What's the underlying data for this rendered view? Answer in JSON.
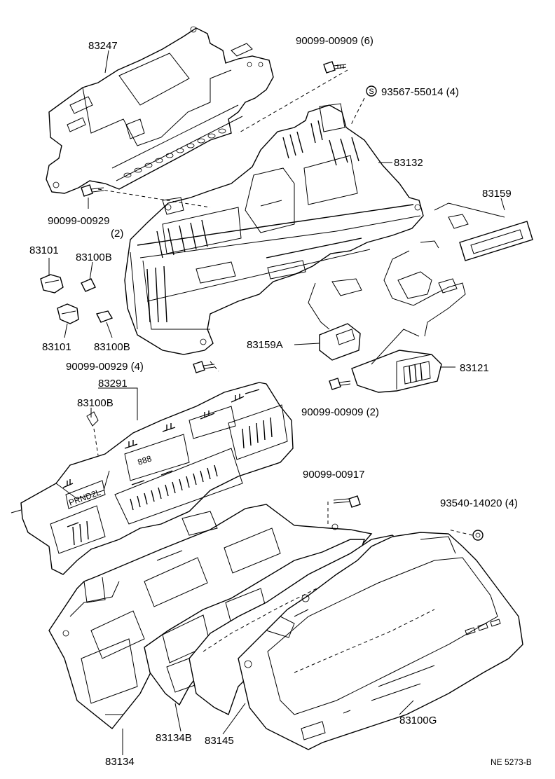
{
  "diagram": {
    "doc_ref": "NE  5273-B",
    "callouts": [
      {
        "id": "83247",
        "text": "83247"
      },
      {
        "id": "screw-top",
        "text": "90099-00909 (6)"
      },
      {
        "id": "clip-top",
        "text": "93567-55014 (4)"
      },
      {
        "id": "83132",
        "text": "83132"
      },
      {
        "id": "83159",
        "text": "83159"
      },
      {
        "id": "screw-left-1",
        "text": "90099-00929"
      },
      {
        "id": "screw-left-1-qty",
        "text": "(2)"
      },
      {
        "id": "83101-a",
        "text": "83101"
      },
      {
        "id": "83100b-a",
        "text": "83100B"
      },
      {
        "id": "83101-b",
        "text": "83101"
      },
      {
        "id": "83100b-b",
        "text": "83100B"
      },
      {
        "id": "83159a",
        "text": "83159A"
      },
      {
        "id": "screw-left-2",
        "text": "90099-00929 (4)"
      },
      {
        "id": "83121",
        "text": "83121"
      },
      {
        "id": "83291",
        "text": "83291"
      },
      {
        "id": "83100b-c",
        "text": "83100B"
      },
      {
        "id": "screw-right",
        "text": "90099-00909 (2)"
      },
      {
        "id": "screw-mid",
        "text": "90099-00917"
      },
      {
        "id": "clip-right",
        "text": "93540-14020 (4)"
      },
      {
        "id": "83100g",
        "text": "83100G"
      },
      {
        "id": "83134b",
        "text": "83134B"
      },
      {
        "id": "83145",
        "text": "83145"
      },
      {
        "id": "83134",
        "text": "83134"
      }
    ],
    "gauge_labels": {
      "digits": "888",
      "gear": "PRND2L"
    },
    "clip_symbol": "S"
  }
}
